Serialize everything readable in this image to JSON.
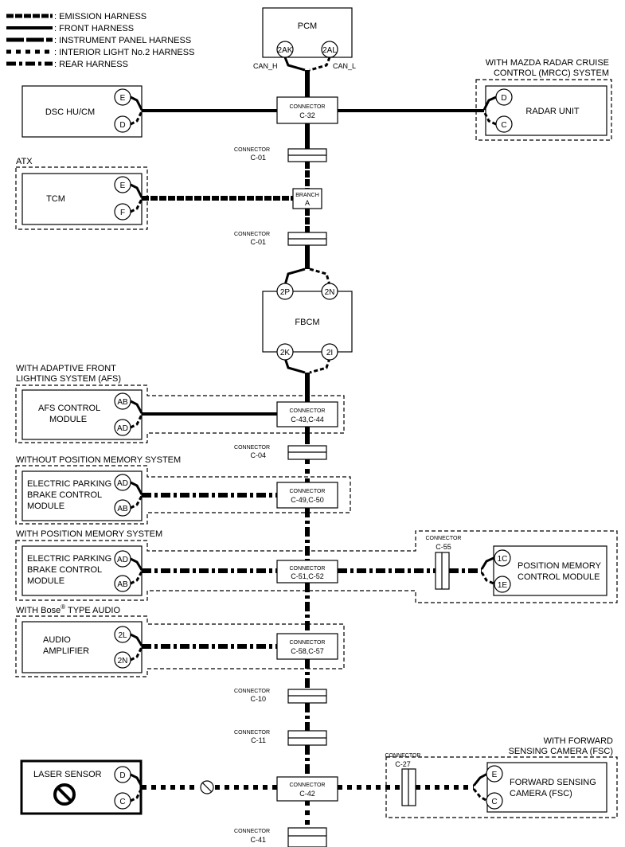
{
  "legend": [
    {
      "label": ": EMISSION HARNESS",
      "style": "emission"
    },
    {
      "label": ": FRONT HARNESS",
      "style": "front"
    },
    {
      "label": ": INSTRUMENT PANEL HARNESS",
      "style": "instrument"
    },
    {
      "label": ": INTERIOR LIGHT No.2 HARNESS",
      "style": "interior"
    },
    {
      "label": ": REAR HARNESS",
      "style": "rear"
    }
  ],
  "pcm": {
    "name": "PCM",
    "pin_h": "2AK",
    "pin_l": "2AL",
    "can_h": "CAN_H",
    "can_l": "CAN_L"
  },
  "connector_word": "CONNECTOR",
  "branch_word": "BRANCH",
  "c32": "C-32",
  "c01": "C-01",
  "branch_a": "A",
  "c04": "C-04",
  "c10": "C-10",
  "c11": "C-11",
  "c42": "C-42",
  "c41_partial": "C-41",
  "dsc": {
    "name": "DSC HU/CM",
    "pin1": "E",
    "pin2": "D"
  },
  "radar": {
    "note1": "WITH MAZDA RADAR CRUISE",
    "note2": "CONTROL (MRCC) SYSTEM",
    "name": "RADAR UNIT",
    "pin1": "D",
    "pin2": "C"
  },
  "tcm": {
    "note": "ATX",
    "name": "TCM",
    "pin1": "E",
    "pin2": "F"
  },
  "fbcm": {
    "name": "FBCM",
    "pin1": "2P",
    "pin2": "2N",
    "pin3": "2K",
    "pin4": "2I"
  },
  "afs": {
    "note1": "WITH ADAPTIVE FRONT",
    "note2": "LIGHTING SYSTEM (AFS)",
    "line1": "AFS CONTROL",
    "line2": "MODULE",
    "pin1": "AB",
    "pin2": "AD",
    "conn": "C-43,C-44"
  },
  "epb1": {
    "note": "WITHOUT POSITION MEMORY SYSTEM",
    "line1": "ELECTRIC PARKING",
    "line2": "BRAKE CONTROL",
    "line3": "MODULE",
    "pin1": "AD",
    "pin2": "AB",
    "conn": "C-49,C-50"
  },
  "epb2": {
    "note": "WITH POSITION MEMORY SYSTEM",
    "line1": "ELECTRIC PARKING",
    "line2": "BRAKE CONTROL",
    "line3": "MODULE",
    "pin1": "AD",
    "pin2": "AB",
    "conn": "C-51,C-52"
  },
  "posmem": {
    "conn": "C-55",
    "line1": "POSITION MEMORY",
    "line2": "CONTROL MODULE",
    "pin1": "1C",
    "pin2": "1E"
  },
  "audio": {
    "note_a": "WITH Bose",
    "note_sup": "®",
    "note_b": " TYPE AUDIO",
    "line1": "AUDIO",
    "line2": "AMPLIFIER",
    "pin1": "2L",
    "pin2": "2N",
    "conn": "C-58,C-57"
  },
  "laser": {
    "name": "LASER SENSOR",
    "pin1": "D",
    "pin2": "C"
  },
  "fsc": {
    "note1": "WITH FORWARD",
    "note2": "SENSING CAMERA (FSC)",
    "conn": "C-27",
    "line1": "FORWARD SENSING",
    "line2": "CAMERA (FSC)",
    "pin1": "E",
    "pin2": "C"
  }
}
